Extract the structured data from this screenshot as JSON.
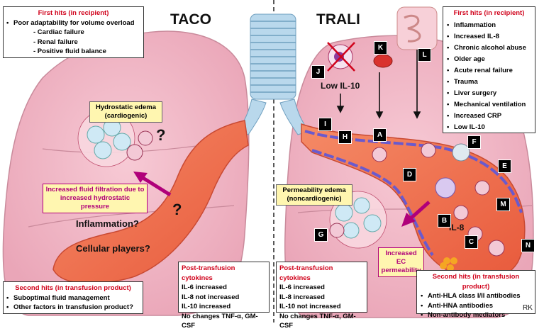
{
  "left": {
    "title": "TACO",
    "first_hits": {
      "title": "First hits (in recipient)",
      "main": "Poor adaptability for volume overload",
      "subs": [
        "- Cardiac failure",
        "- Renal failure",
        "- Positive fluid balance"
      ]
    },
    "edema_label": "Hydrostatic edema (cardiogenic)",
    "filtration_label": "Increased fluid filtration due to increased hydrostatic pressure",
    "question_marks": [
      "?",
      "?"
    ],
    "inflammation": "Inflammation?",
    "cellular": "Cellular players?",
    "second_hits": {
      "title": "Second hits (in transfusion product)",
      "items": [
        "Suboptimal fluid management",
        "Other factors in transfusion product?"
      ]
    },
    "cytokines": {
      "title": "Post-transfusion cytokines",
      "lines": [
        "IL-6 increased",
        "IL-8 not increased",
        "IL-10 increased",
        "No changes TNF-α, GM-CSF"
      ]
    }
  },
  "right": {
    "title": "TRALI",
    "first_hits": {
      "title": "First hits (in recipient)",
      "items": [
        "Inflammation",
        "Increased IL-8",
        "Chronic alcohol abuse",
        "Older age",
        "Acute renal failure",
        "Trauma",
        "Liver surgery",
        "Mechanical ventilation",
        "Increased CRP",
        "Low IL-10"
      ]
    },
    "low_il10": "Low IL-10",
    "il8": "IL-8",
    "edema_label": "Permeability edema (noncardiogenic)",
    "ec_label": "Increased EC permeability",
    "second_hits": {
      "title": "Second hits (in transfusion product)",
      "items": [
        "Anti-HLA class I/II antibodies",
        "Anti-HNA antibodies",
        "Non-antibody mediators"
      ]
    },
    "cytokines": {
      "title": "Post-transfusion cytokines",
      "lines": [
        "IL-6 increased",
        "IL-8 increased",
        "IL-10 not increased",
        "No changes TNF-α, GM-CSF"
      ]
    },
    "badges": {
      "A": "A",
      "B": "B",
      "C": "C",
      "D": "D",
      "E": "E",
      "F": "F",
      "G": "G",
      "H": "H",
      "I": "I",
      "J": "J",
      "K": "K",
      "L": "L",
      "M": "M",
      "N": "N"
    }
  },
  "signature": "RK",
  "colors": {
    "lung": "#f2b8c6",
    "vessel": "#f0704f",
    "vessel_dark": "#c94a33",
    "trachea": "#9ec6df",
    "red_title": "#d0021b",
    "purple": "#b0007a",
    "endothelium": "#6a5acd"
  }
}
